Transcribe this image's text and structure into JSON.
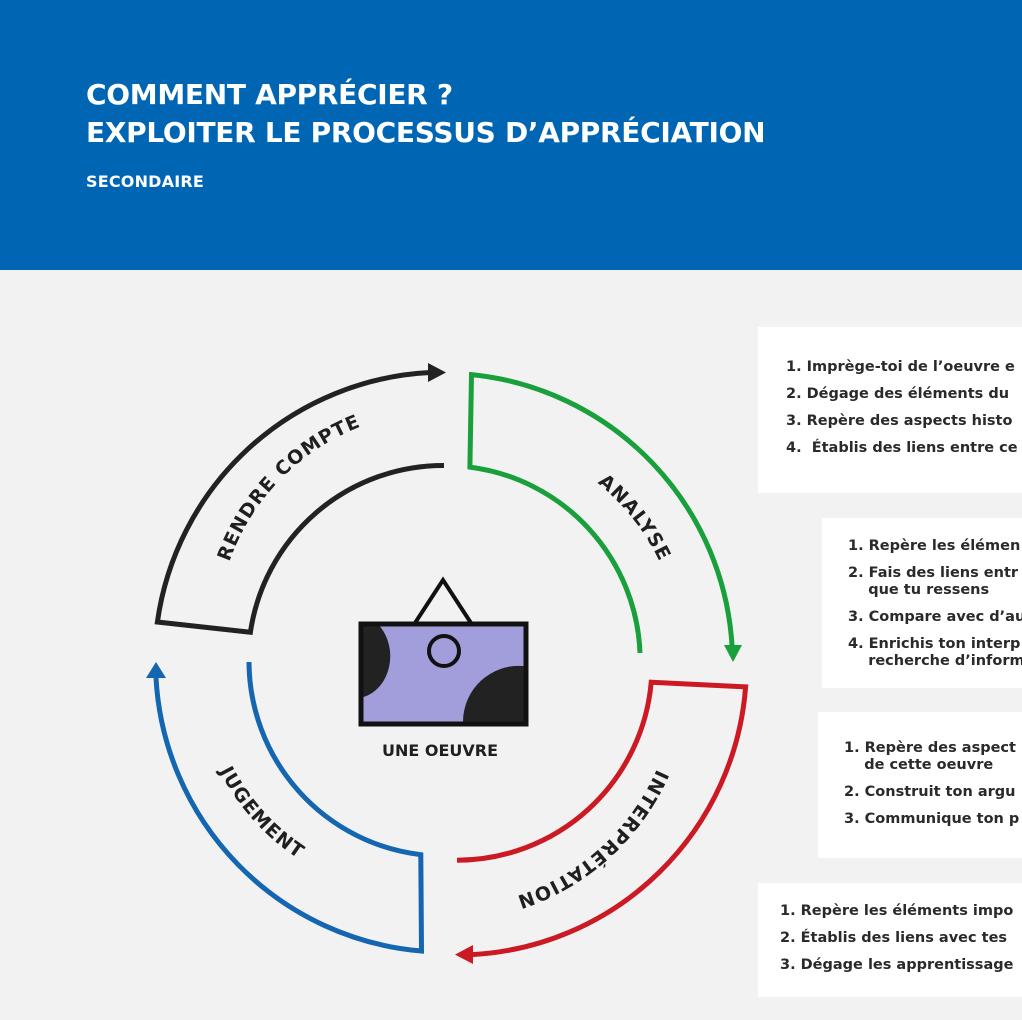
{
  "header": {
    "title_line1": "COMMENT APPRÉCIER ?",
    "title_line2": "EXPLOITER LE PROCESSUS D’APPRÉCIATION",
    "subtitle": "SECONDAIRE"
  },
  "colors": {
    "header_bg": "#0066b3",
    "rendre_compte": "#222222",
    "analyse": "#19a03c",
    "interpretation": "#cc1a24",
    "jugement": "#1466b0",
    "artwork_fill": "#a29edc"
  },
  "diagram": {
    "center_label": "UNE OEUVRE",
    "center_icon": "framed-artwork-icon",
    "stages": [
      {
        "id": "rendre-compte",
        "label": "RENDRE COMPTE"
      },
      {
        "id": "analyse",
        "label": "ANALYSE"
      },
      {
        "id": "interpretation",
        "label": "INTERPRÉTATION"
      },
      {
        "id": "jugement",
        "label": "JUGEMENT"
      }
    ]
  },
  "cards": {
    "rendre_compte": [
      "1. Imprège-toi de l’oeuvre e",
      "2. Dégage des éléments du",
      "3. Repère des aspects histo",
      "4.  Établis des liens entre ce"
    ],
    "analyse": [
      "1. Repère les élémen",
      "2. Fais des liens entr\n    que tu ressens",
      "3. Compare avec d’au",
      "4. Enrichis ton interp\n    recherche d’inform"
    ],
    "interpretation": [
      "1. Repère des aspect\n    de cette oeuvre",
      "2. Construit ton argu",
      "3. Communique ton p"
    ],
    "jugement": [
      "1. Repère les éléments impo",
      "2. Établis des liens avec tes",
      "3. Dégage les apprentissage"
    ]
  }
}
